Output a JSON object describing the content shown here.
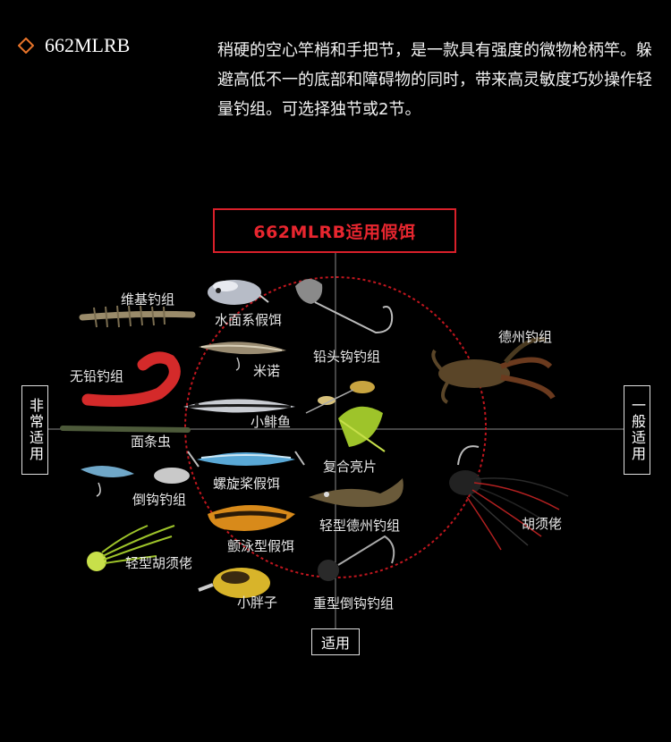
{
  "header": {
    "model": "662MLRB",
    "description": "稍硬的空心竿梢和手把节，是一款具有强度的微物枪柄竿。躲避高低不一的底部和障碍物的同时，带来高灵敏度巧妙操作轻量钓组。可选择独节或2节。"
  },
  "diagram": {
    "title": "662MLRB适用假饵",
    "axis_left": "非常适用",
    "axis_right": "一般适用",
    "axis_bottom": "适用",
    "lures": {
      "weiji": "维基钓组",
      "shuimian": "水面系假饵",
      "qiantou": "铅头钩钓组",
      "dezhou": "德州钓组",
      "wuqian": "无铅钓组",
      "minuo": "米诺",
      "xiaoweiyu": "小鲱鱼",
      "miantiao": "面条虫",
      "fuhe": "复合亮片",
      "daogou": "倒钩钓组",
      "luoxuanjiang": "螺旋桨假饵",
      "qingdezhou": "轻型德州钓组",
      "huxulao": "胡须佬",
      "chanyong": "颤泳型假饵",
      "qinghuxu": "轻型胡须佬",
      "xiaopangzi": "小胖子",
      "zhongdaogou": "重型倒钩钓组"
    }
  },
  "colors": {
    "accent_red": "#d9202a",
    "diamond_orange": "#e8742a",
    "axis_line": "#8a8a8a"
  }
}
